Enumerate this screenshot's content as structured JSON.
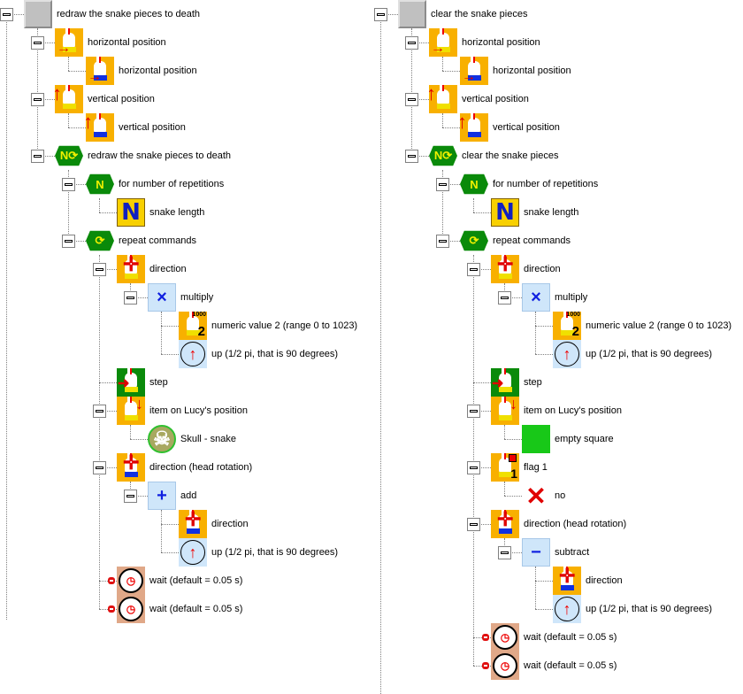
{
  "trees": [
    {
      "name": "left",
      "nodes": [
        {
          "level": 0,
          "expander": true,
          "icon": "color-grid",
          "label": "redraw the snake pieces to death"
        },
        {
          "level": 1,
          "expander": true,
          "icon": "bunny-horizontal",
          "label": "horizontal position"
        },
        {
          "level": 2,
          "icon": "bunny-horizontal-blue",
          "label": "horizontal position"
        },
        {
          "level": 1,
          "expander": true,
          "icon": "bunny-vertical",
          "label": "vertical position"
        },
        {
          "level": 2,
          "icon": "bunny-vertical-blue",
          "label": "vertical position"
        },
        {
          "level": 1,
          "expander": true,
          "icon": "n-loop",
          "label": "redraw the snake pieces to death"
        },
        {
          "level": 2,
          "expander": true,
          "icon": "n-hex",
          "label": "for number of repetitions"
        },
        {
          "level": 3,
          "icon": "n-square",
          "label": "snake length"
        },
        {
          "level": 2,
          "expander": true,
          "icon": "loop-hex",
          "label": "repeat commands"
        },
        {
          "level": 3,
          "expander": true,
          "icon": "direction",
          "label": "direction"
        },
        {
          "level": 4,
          "expander": true,
          "icon": "multiply",
          "label": "multiply"
        },
        {
          "level": 5,
          "icon": "numeric",
          "label": "numeric value 2 (range 0 to 1023)"
        },
        {
          "level": 5,
          "icon": "clock-up",
          "label": "up (1/2 pi, that is 90 degrees)"
        },
        {
          "level": 3,
          "icon": "step",
          "label": "step"
        },
        {
          "level": 3,
          "expander": true,
          "icon": "item",
          "label": "item on Lucy's position"
        },
        {
          "level": 4,
          "icon": "skull",
          "label": "Skull - snake"
        },
        {
          "level": 3,
          "expander": true,
          "icon": "direction-head",
          "label": "direction (head rotation)"
        },
        {
          "level": 4,
          "expander": true,
          "icon": "add",
          "label": "add"
        },
        {
          "level": 5,
          "icon": "direction-head",
          "label": "direction"
        },
        {
          "level": 5,
          "icon": "clock-up",
          "label": "up (1/2 pi, that is 90 degrees)"
        },
        {
          "level": 3,
          "marker": true,
          "icon": "stopwatch",
          "label": "wait (default = 0.05 s)"
        },
        {
          "level": 3,
          "marker": true,
          "icon": "stopwatch",
          "label": "wait (default = 0.05 s)"
        }
      ]
    },
    {
      "name": "right",
      "nodes": [
        {
          "level": 0,
          "expander": true,
          "icon": "color-grid",
          "label": "clear the snake pieces"
        },
        {
          "level": 1,
          "expander": true,
          "icon": "bunny-horizontal",
          "label": "horizontal position"
        },
        {
          "level": 2,
          "icon": "bunny-horizontal-blue",
          "label": "horizontal position"
        },
        {
          "level": 1,
          "expander": true,
          "icon": "bunny-vertical",
          "label": "vertical position"
        },
        {
          "level": 2,
          "icon": "bunny-vertical-blue",
          "label": "vertical position"
        },
        {
          "level": 1,
          "expander": true,
          "icon": "n-loop",
          "label": "clear the snake pieces"
        },
        {
          "level": 2,
          "expander": true,
          "icon": "n-hex",
          "label": "for number of repetitions"
        },
        {
          "level": 3,
          "icon": "n-square",
          "label": "snake length"
        },
        {
          "level": 2,
          "expander": true,
          "icon": "loop-hex",
          "label": "repeat commands"
        },
        {
          "level": 3,
          "expander": true,
          "icon": "direction",
          "label": "direction"
        },
        {
          "level": 4,
          "expander": true,
          "icon": "multiply",
          "label": "multiply"
        },
        {
          "level": 5,
          "icon": "numeric",
          "label": "numeric value 2 (range 0 to 1023)"
        },
        {
          "level": 5,
          "icon": "clock-up",
          "label": "up (1/2 pi, that is 90 degrees)"
        },
        {
          "level": 3,
          "icon": "step",
          "label": "step"
        },
        {
          "level": 3,
          "expander": true,
          "icon": "item",
          "label": "item on Lucy's position"
        },
        {
          "level": 4,
          "icon": "empty-square",
          "label": "empty square"
        },
        {
          "level": 3,
          "expander": true,
          "icon": "flag",
          "label": "flag 1"
        },
        {
          "level": 4,
          "icon": "no",
          "label": "no"
        },
        {
          "level": 3,
          "expander": true,
          "icon": "direction-head",
          "label": "direction (head rotation)"
        },
        {
          "level": 4,
          "expander": true,
          "icon": "subtract",
          "label": "subtract"
        },
        {
          "level": 5,
          "icon": "direction-head",
          "label": "direction"
        },
        {
          "level": 5,
          "icon": "clock-up",
          "label": "up (1/2 pi, that is 90 degrees)"
        },
        {
          "level": 3,
          "marker": true,
          "icon": "stopwatch",
          "label": "wait (default = 0.05 s)"
        },
        {
          "level": 3,
          "marker": true,
          "icon": "stopwatch",
          "label": "wait (default = 0.05 s)"
        }
      ]
    }
  ],
  "colors": {
    "orange": "#f8b000",
    "green": "#0a8a0a",
    "lightblue": "#cfe6fa",
    "red": "#e00000"
  }
}
